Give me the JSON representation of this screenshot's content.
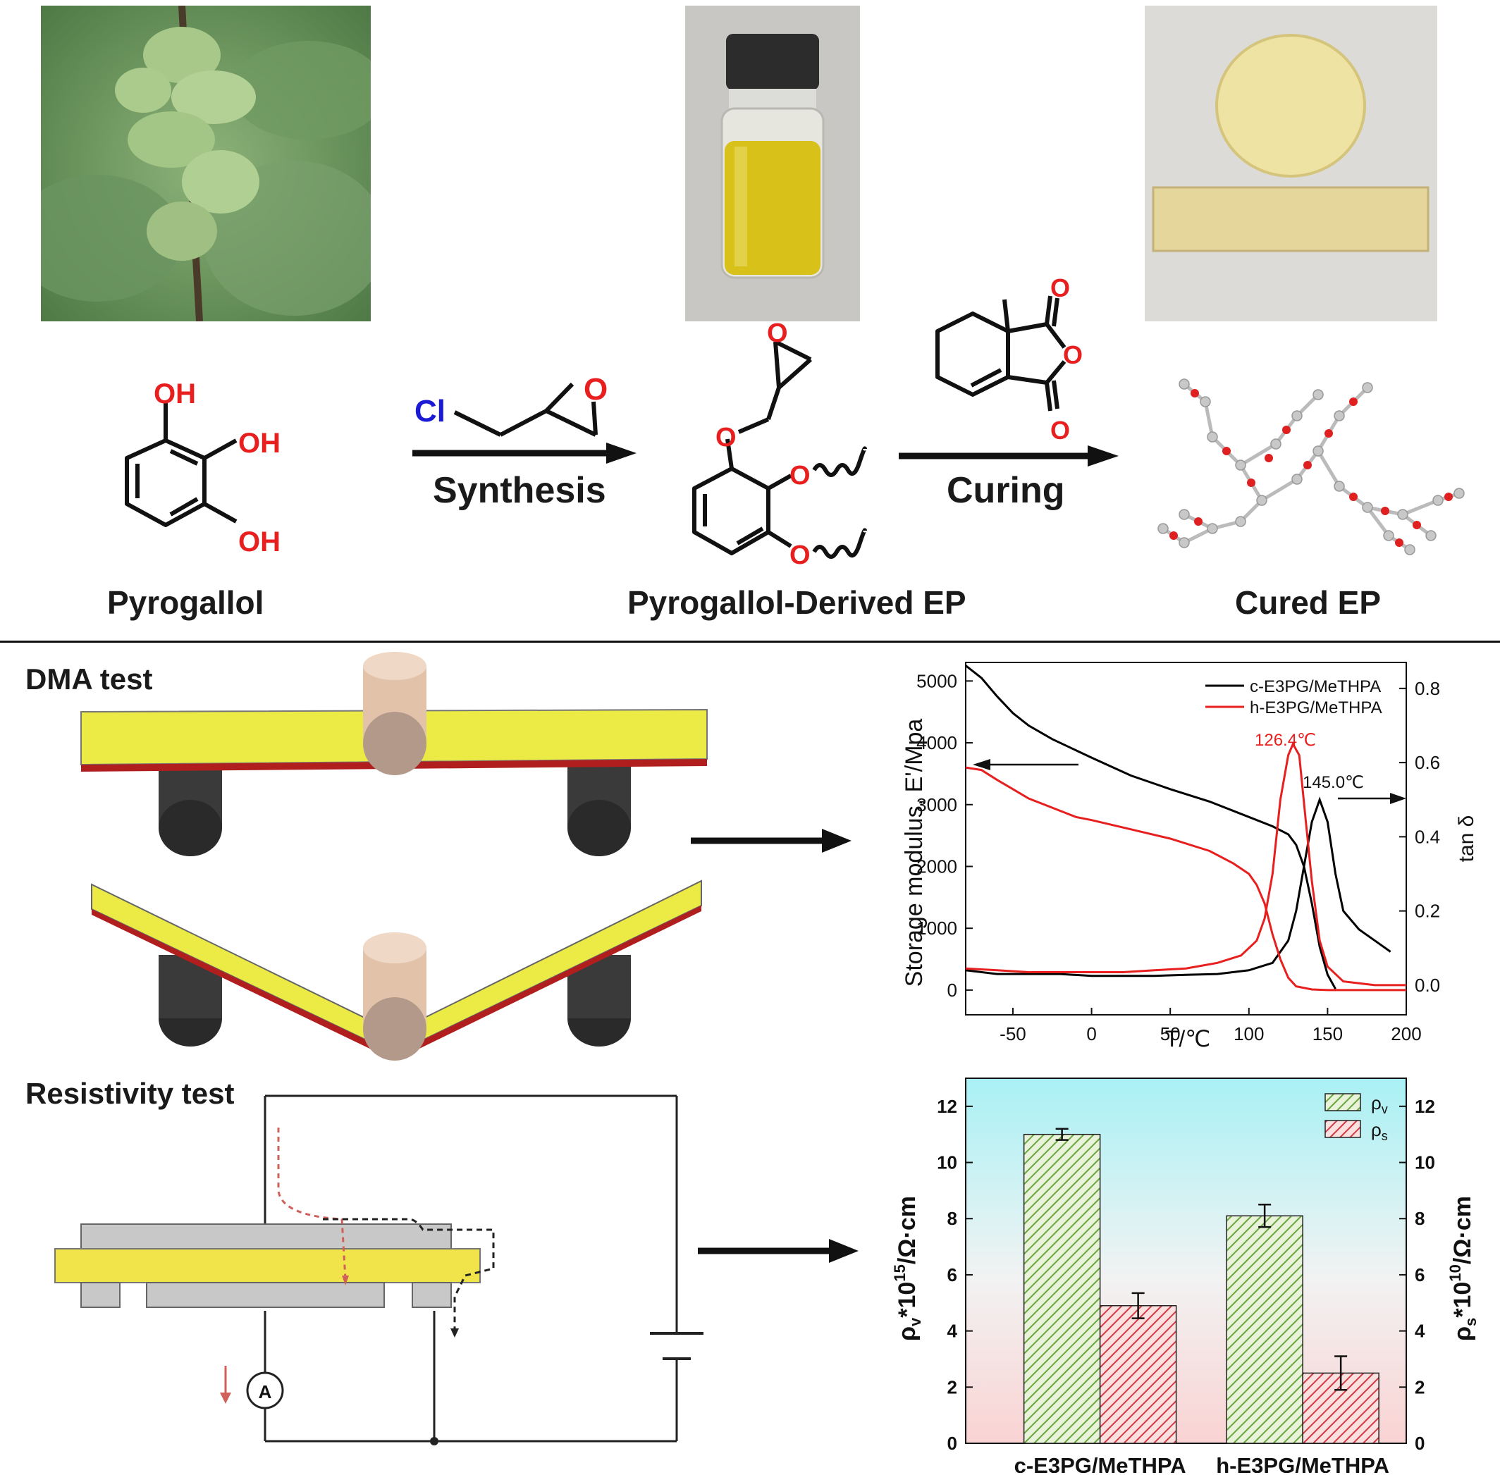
{
  "top": {
    "pyrogallol": {
      "label": "Pyrogallol",
      "oh1": "OH",
      "oh2": "OH",
      "oh3": "OH"
    },
    "synthesis": {
      "label": "Synthesis",
      "cl": "Cl",
      "o": "O"
    },
    "derived": {
      "label": "Pyrogallol-Derived EP",
      "o_epox": "O",
      "o1": "O",
      "o2": "O",
      "o3": "O"
    },
    "curing": {
      "label": "Curing",
      "o_top": "O",
      "o_mid": "O",
      "o_bot": "O"
    },
    "cured": {
      "label": "Cured EP"
    }
  },
  "bottom": {
    "dma": {
      "title": "DMA test"
    },
    "resistivity": {
      "title": "Resistivity test",
      "ammeter": "A"
    }
  },
  "chart_data": [
    {
      "type": "line",
      "xlabel": "T/℃",
      "ylabel": "Storage modulus,  E'/Mpa",
      "ylabel2": "tan δ",
      "xlim": [
        -80,
        200
      ],
      "ylim": [
        -400,
        5300
      ],
      "ylim2": [
        -0.08,
        0.87
      ],
      "xticks": [
        "-50",
        "0",
        "50",
        "100",
        "150",
        "200"
      ],
      "yticks": [
        "0",
        "1000",
        "2000",
        "3000",
        "4000",
        "5000"
      ],
      "y2ticks": [
        "0.0",
        "0.2",
        "0.4",
        "0.6",
        "0.8"
      ],
      "legend_position": "top-right",
      "series": [
        {
          "name": "c-E3PG/MeTHPA",
          "color": "#000000",
          "axis": "left",
          "x": [
            -80,
            -70,
            -60,
            -50,
            -40,
            -25,
            -10,
            0,
            25,
            50,
            75,
            100,
            115,
            125,
            130,
            135,
            140,
            145,
            150,
            155
          ],
          "y": [
            5250,
            5050,
            4750,
            4480,
            4280,
            4060,
            3880,
            3760,
            3470,
            3250,
            3050,
            2800,
            2650,
            2520,
            2350,
            2000,
            1400,
            700,
            250,
            20
          ]
        },
        {
          "name": "c-E3PG/MeTHPA",
          "color": "#000000",
          "axis": "right",
          "x": [
            -80,
            -60,
            -40,
            -20,
            0,
            20,
            40,
            60,
            80,
            100,
            115,
            125,
            130,
            135,
            140,
            145,
            150,
            155,
            160,
            170,
            180,
            190
          ],
          "y": [
            0.04,
            0.03,
            0.03,
            0.03,
            0.025,
            0.025,
            0.025,
            0.028,
            0.03,
            0.04,
            0.06,
            0.12,
            0.2,
            0.32,
            0.44,
            0.5,
            0.44,
            0.3,
            0.2,
            0.15,
            0.12,
            0.09
          ]
        },
        {
          "name": "h-E3PG/MeTHPA",
          "color": "#e81f1f",
          "axis": "left",
          "x": [
            -80,
            -70,
            -60,
            -50,
            -40,
            -25,
            -10,
            0,
            25,
            50,
            75,
            90,
            100,
            105,
            110,
            115,
            120,
            125,
            130,
            140,
            150,
            160,
            200
          ],
          "y": [
            3600,
            3560,
            3400,
            3250,
            3100,
            2950,
            2800,
            2750,
            2600,
            2450,
            2250,
            2050,
            1880,
            1700,
            1400,
            900,
            500,
            200,
            60,
            10,
            0,
            0,
            0
          ]
        },
        {
          "name": "h-E3PG/MeTHPA",
          "color": "#e81f1f",
          "axis": "right",
          "x": [
            -80,
            -60,
            -40,
            -20,
            0,
            20,
            40,
            60,
            80,
            95,
            105,
            110,
            115,
            120,
            125,
            128,
            132,
            136,
            140,
            145,
            150,
            160,
            180,
            200
          ],
          "y": [
            0.045,
            0.04,
            0.035,
            0.035,
            0.035,
            0.035,
            0.04,
            0.045,
            0.06,
            0.08,
            0.12,
            0.18,
            0.3,
            0.5,
            0.62,
            0.65,
            0.62,
            0.45,
            0.28,
            0.12,
            0.05,
            0.01,
            0.0,
            0.0
          ]
        }
      ],
      "annotations": [
        {
          "text": "126.4℃",
          "color": "#e81f1f"
        },
        {
          "text": "145.0℃",
          "color": "#000000"
        }
      ]
    },
    {
      "type": "bar",
      "categories": [
        "c-E3PG/MeTHPA",
        "h-E3PG/MeTHPA"
      ],
      "ylim": [
        0,
        13
      ],
      "ylim2": [
        0,
        13
      ],
      "yticks": [
        "0",
        "2",
        "4",
        "6",
        "8",
        "10",
        "12"
      ],
      "ylabel": "ρv*10¹⁵/Ω·cm",
      "ylabel2": "ρs*10¹⁰/Ω·cm",
      "legend_position": "top-right",
      "series": [
        {
          "name": "ρv",
          "color": "#7fbf4f",
          "values": [
            11.0,
            8.1
          ],
          "errors": [
            0.2,
            0.4
          ]
        },
        {
          "name": "ρs",
          "color": "#e0404a",
          "values": [
            4.9,
            2.5
          ],
          "errors": [
            0.45,
            0.6
          ]
        }
      ]
    }
  ]
}
